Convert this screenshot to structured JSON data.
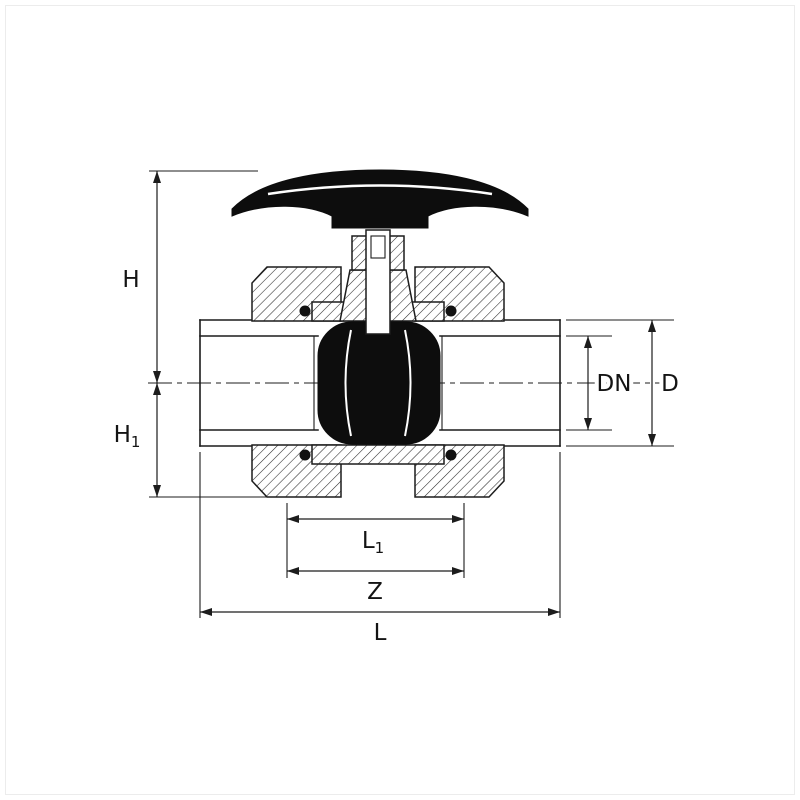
{
  "page": {
    "background": "#ffffff",
    "frame_color": "#ececec"
  },
  "drawing": {
    "subject": "true-union-ball-valve-cross-section",
    "line_color": "#1c1c1c",
    "handle_color": "#0d0d0d",
    "ball_color": "#0d0d0d",
    "dimension_labels": {
      "height_total": "H",
      "height_lower_main": "H",
      "height_lower_sub": "1",
      "nominal_bore": "DN",
      "outer_diameter": "D",
      "length_inner_main": "L",
      "length_inner_sub": "1",
      "length_body": "Z",
      "length_overall": "L"
    }
  }
}
